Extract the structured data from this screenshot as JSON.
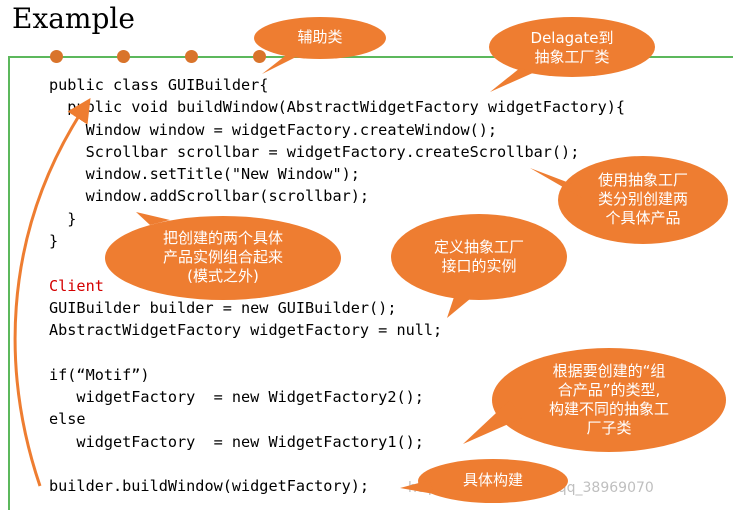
{
  "title": "Example",
  "code_lines": [
    "public class GUIBuilder{",
    "  public void buildWindow(AbstractWidgetFactory widgetFactory){",
    "    Window window = widgetFactory.createWindow();",
    "    Scrollbar scrollbar = widgetFactory.createScrollbar();",
    "    window.setTitle(\"New Window\");",
    "    window.addScrollbar(scrollbar);",
    "  }",
    "}",
    "",
    "Client",
    "GUIBuilder builder = new GUIBuilder();",
    "AbstractWidgetFactory widgetFactory = null;",
    "",
    "if(“Motif”)",
    "   widgetFactory  = new WidgetFactory2();",
    "else",
    "   widgetFactory  = new WidgetFactory1();",
    "",
    "builder.buildWindow(widgetFactory);"
  ],
  "callouts": {
    "helper": "辅助类",
    "delegate": "Delagate到\n抽象工厂类",
    "use_factory": "使用抽象工厂\n类分别创建两\n个具体产品",
    "combine": "把创建的两个具体\n产品实例组合起来\n(模式之外)",
    "define_instance": "定义抽象工厂\n接口的实例",
    "decide": "根据要创建的“组\n合产品”的类型,\n构建不同的抽象工\n厂子类",
    "build": "具体构建"
  },
  "watermark": "https://blog.csdn.net/qq_38969070",
  "colors": {
    "callout": "#ee7d31",
    "frame": "#5cb85c",
    "dots": "#d9742b",
    "client_keyword": "#d40000"
  }
}
